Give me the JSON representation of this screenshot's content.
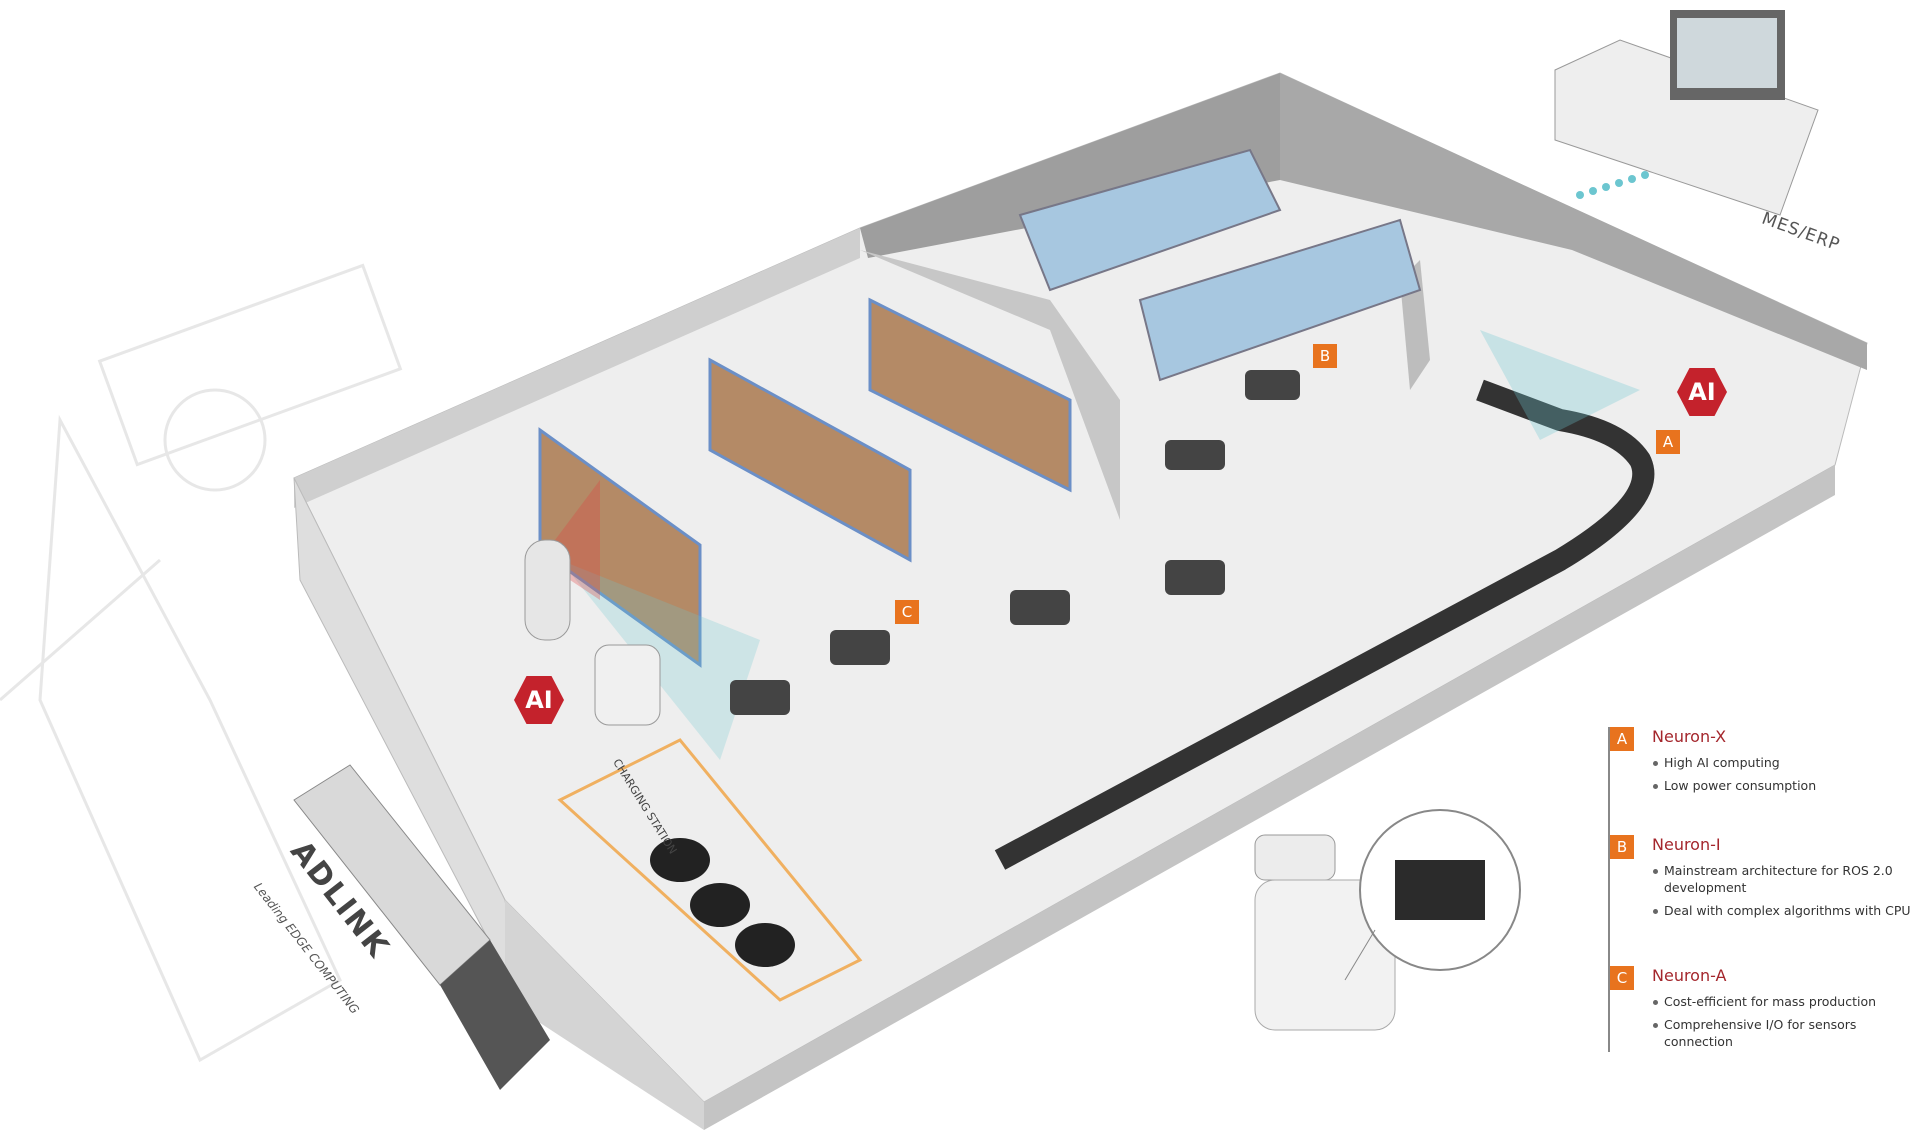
{
  "scene": {
    "mes_erp_label": "MES/ERP",
    "charging_station_label": "CHARGING STATION",
    "ai_badge": "AI",
    "truck_logo": "ADLINK",
    "truck_slogan": "Leading EDGE COMPUTING",
    "markers": {
      "a": "A",
      "b": "B",
      "c": "C"
    }
  },
  "legend": {
    "items": [
      {
        "letter": "A",
        "title": "Neuron-X",
        "bullets": [
          "High AI computing",
          "Low power consumption"
        ]
      },
      {
        "letter": "B",
        "title": "Neuron-I",
        "bullets": [
          "Mainstream architecture for ROS 2.0 development",
          "Deal with complex algorithms with CPU"
        ]
      },
      {
        "letter": "C",
        "title": "Neuron-A",
        "bullets": [
          "Cost-efficient for mass production",
          "Comprehensive I/O for sensors connection"
        ]
      }
    ]
  },
  "colors": {
    "accent": "#e8731e",
    "title": "#a4262c",
    "ai": "#c4222c",
    "cyan": "#6cc6d0"
  }
}
